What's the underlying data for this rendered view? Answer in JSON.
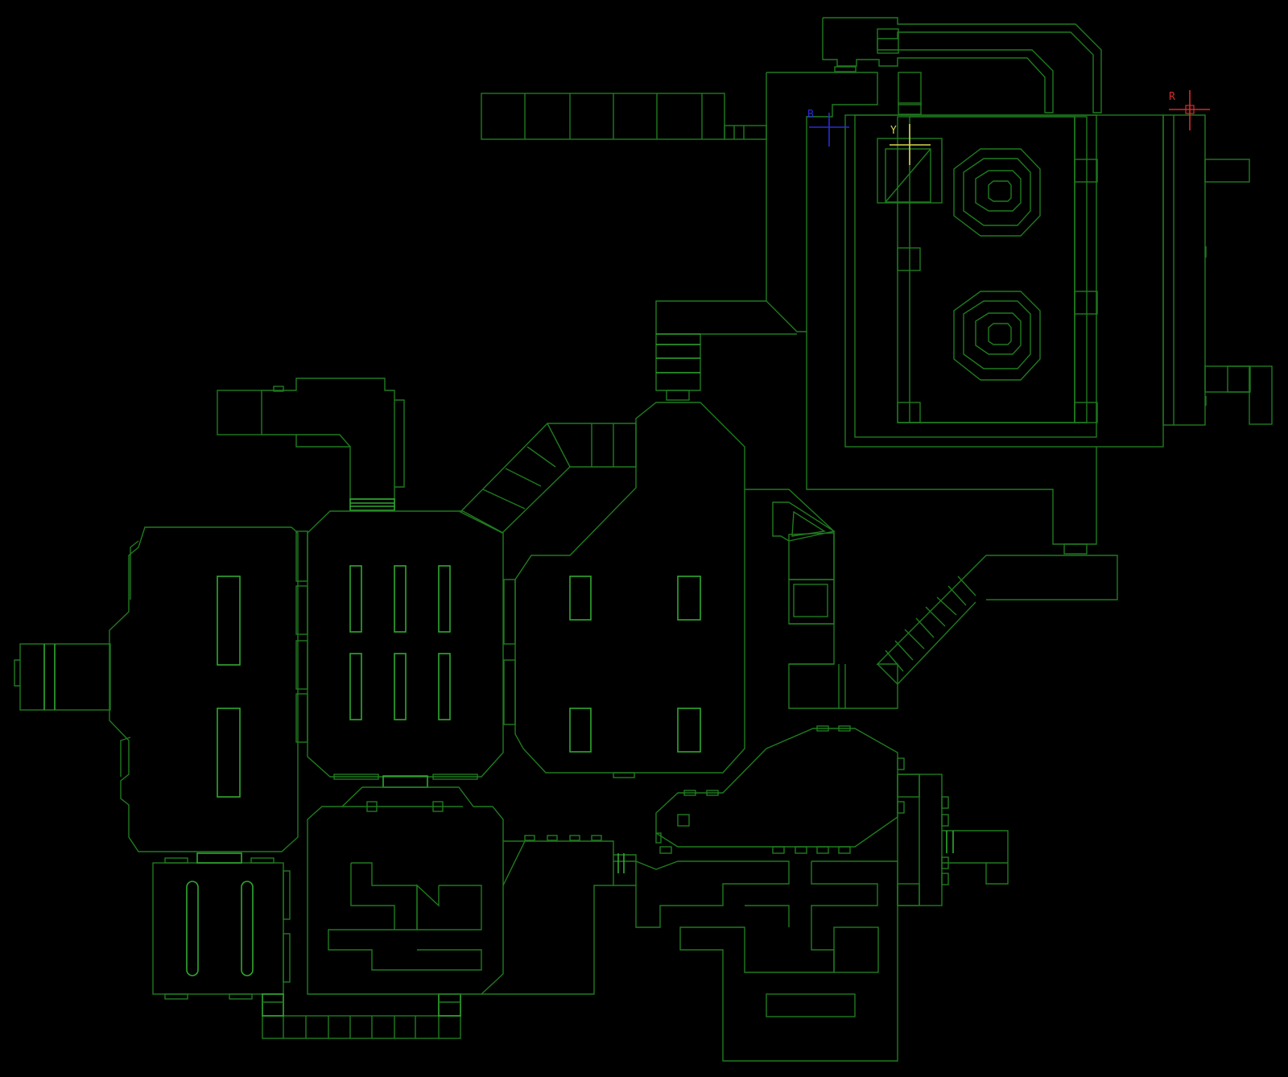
{
  "automap": {
    "colors": {
      "background": "#000000",
      "wall": "#1f7a1f",
      "wall_bright": "#2fa82f",
      "blue_key": "#2b2bd6",
      "yellow_key": "#d6d64a",
      "red_key": "#d62b2b"
    },
    "markers": {
      "blue": {
        "label": "B"
      },
      "yellow": {
        "label": "Y"
      },
      "red": {
        "label": "R"
      }
    }
  }
}
